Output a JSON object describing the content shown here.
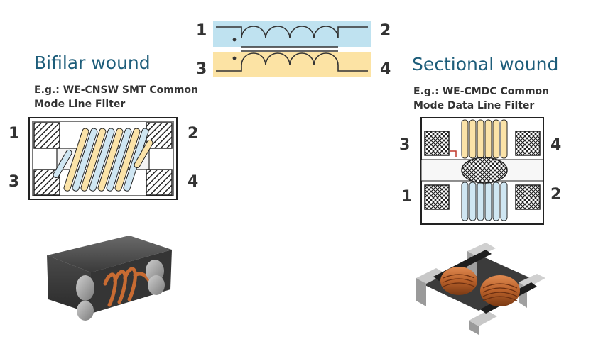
{
  "schematic": {
    "pins": {
      "p1": "1",
      "p2": "2",
      "p3": "3",
      "p4": "4"
    },
    "top_fill": "#bfe2f0",
    "bottom_fill": "#fce3a4"
  },
  "bifilar": {
    "title": "Bifilar wound",
    "subtitle_line1": "E.g.: WE-CNSW SMT Common",
    "subtitle_line2": "Mode Line Filter",
    "pins": {
      "p1": "1",
      "p2": "2",
      "p3": "3",
      "p4": "4"
    }
  },
  "sectional": {
    "title": "Sectional wound",
    "subtitle_line1": "E.g.: WE-CMDC Common",
    "subtitle_line2": "Mode Data Line Filter",
    "pins": {
      "p1": "1",
      "p2": "2",
      "p3": "3",
      "p4": "4"
    }
  },
  "colors": {
    "heading": "#1d5d7a",
    "wire_blue": "#cfe6f2",
    "wire_yellow": "#fbe3a8",
    "copper": "#c86b32",
    "ferrite": "#3a3a3a"
  },
  "icons": [
    "schematic-symbol",
    "bifilar-drawing",
    "sectional-drawing",
    "bifilar-photo",
    "sectional-photo"
  ]
}
